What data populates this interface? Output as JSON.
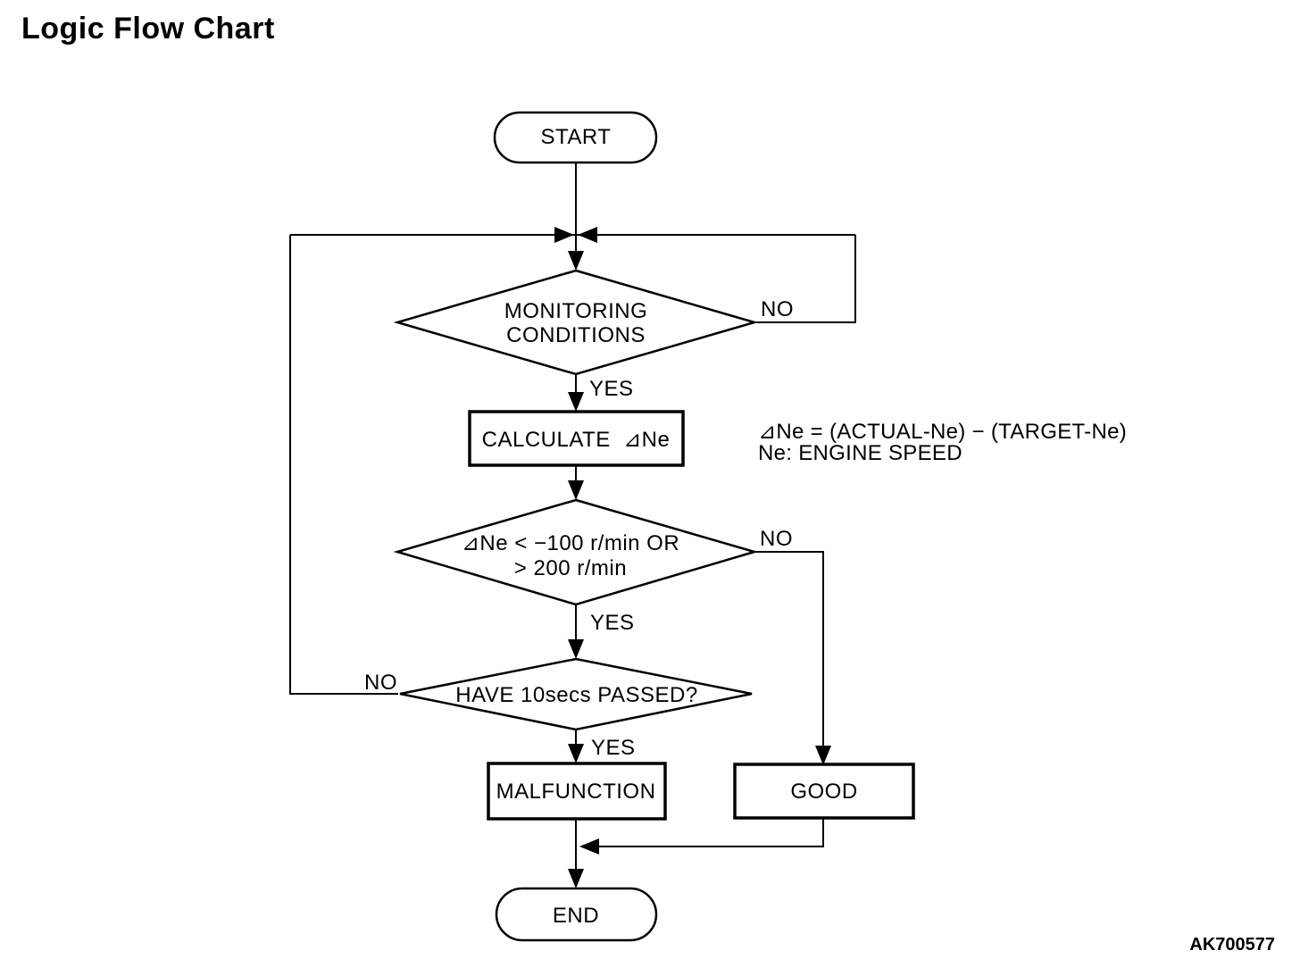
{
  "title": "Logic Flow Chart",
  "figure_code": "AK700577",
  "colors": {
    "ink": "#000000",
    "paper": "#ffffff"
  },
  "nodes": {
    "start": {
      "type": "terminator",
      "label": "START"
    },
    "monitoring": {
      "type": "decision",
      "line1": "MONITORING",
      "line2": "CONDITIONS"
    },
    "calculate": {
      "type": "process",
      "label": "CALCULATE  ⊿Ne"
    },
    "delta_check": {
      "type": "decision",
      "line1": "⊿Ne < −100 r/min OR",
      "line2": "> 200 r/min"
    },
    "ten_secs": {
      "type": "decision",
      "label": "HAVE 10secs PASSED?"
    },
    "malfunction": {
      "type": "process",
      "label": "MALFUNCTION"
    },
    "good": {
      "type": "process",
      "label": "GOOD"
    },
    "end": {
      "type": "terminator",
      "label": "END"
    }
  },
  "edge_labels": {
    "monitoring_yes": "YES",
    "monitoring_no": "NO",
    "delta_yes": "YES",
    "delta_no": "NO",
    "ten_secs_yes": "YES",
    "ten_secs_no": "NO"
  },
  "annotation": {
    "line1": "⊿Ne = (ACTUAL-Ne) − (TARGET-Ne)",
    "line2": "Ne: ENGINE SPEED"
  }
}
